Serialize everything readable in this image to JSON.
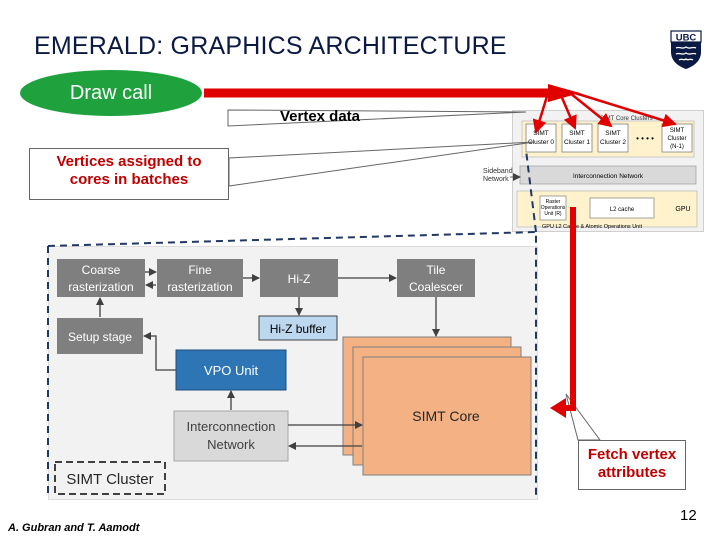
{
  "slide": {
    "title": "EMERALD: GRAPHICS ARCHITECTURE",
    "page_number": "12",
    "authors": "A. Gubran and T. Aamodt",
    "logo_text": "UBC"
  },
  "annotations": {
    "draw_call": "Draw call",
    "vertex_data": "Vertex data",
    "vertices_assigned_line1": "Vertices assigned to",
    "vertices_assigned_line2": "cores in batches",
    "fetch_line1": "Fetch vertex",
    "fetch_line2": "attributes"
  },
  "gpu_overview": {
    "clusters_label": "SIMT Core Clusters",
    "cluster0": [
      "SIMT",
      "Cluster 0"
    ],
    "cluster1": [
      "SIMT",
      "Cluster 1"
    ],
    "cluster2": [
      "SIMT",
      "Cluster 2"
    ],
    "clusterN": [
      "SIMT",
      "Cluster",
      "(N-1)"
    ],
    "interconnect": "Interconnection Network",
    "sidebar_net": [
      "Sideband",
      "Network"
    ],
    "raster_unit": [
      "Raster",
      "Operations",
      "Unit (R)"
    ],
    "l2": "L2 cache",
    "gpu_label": "GPU",
    "l2_atomic": "GPU L2 Cache & Atomic Operations Unit",
    "ellipsis": "• • • •"
  },
  "diagram": {
    "coarse": [
      "Coarse",
      "rasterization"
    ],
    "fine": [
      "Fine",
      "rasterization"
    ],
    "hiz": "Hi-Z",
    "tile": [
      "Tile",
      "Coalescer"
    ],
    "setup": "Setup stage",
    "hiz_buffer": "Hi-Z buffer",
    "vpo": "VPO Unit",
    "simt_core": "SIMT Core",
    "interconnect": [
      "Interconnection",
      "Network"
    ],
    "cluster_label": "SIMT Cluster"
  },
  "colors": {
    "title": "#0b1a44",
    "draw_call_bg": "#1fa23d",
    "arrow_red": "#e00000",
    "stage_gray": "#7f7f7f",
    "hiz_buffer_blue": "#bdd7ee",
    "vpo_blue": "#2e75b6",
    "simt_orange": "#f4b183",
    "interconnect_gray": "#d9d9d9",
    "callout_text": "#c00000"
  }
}
